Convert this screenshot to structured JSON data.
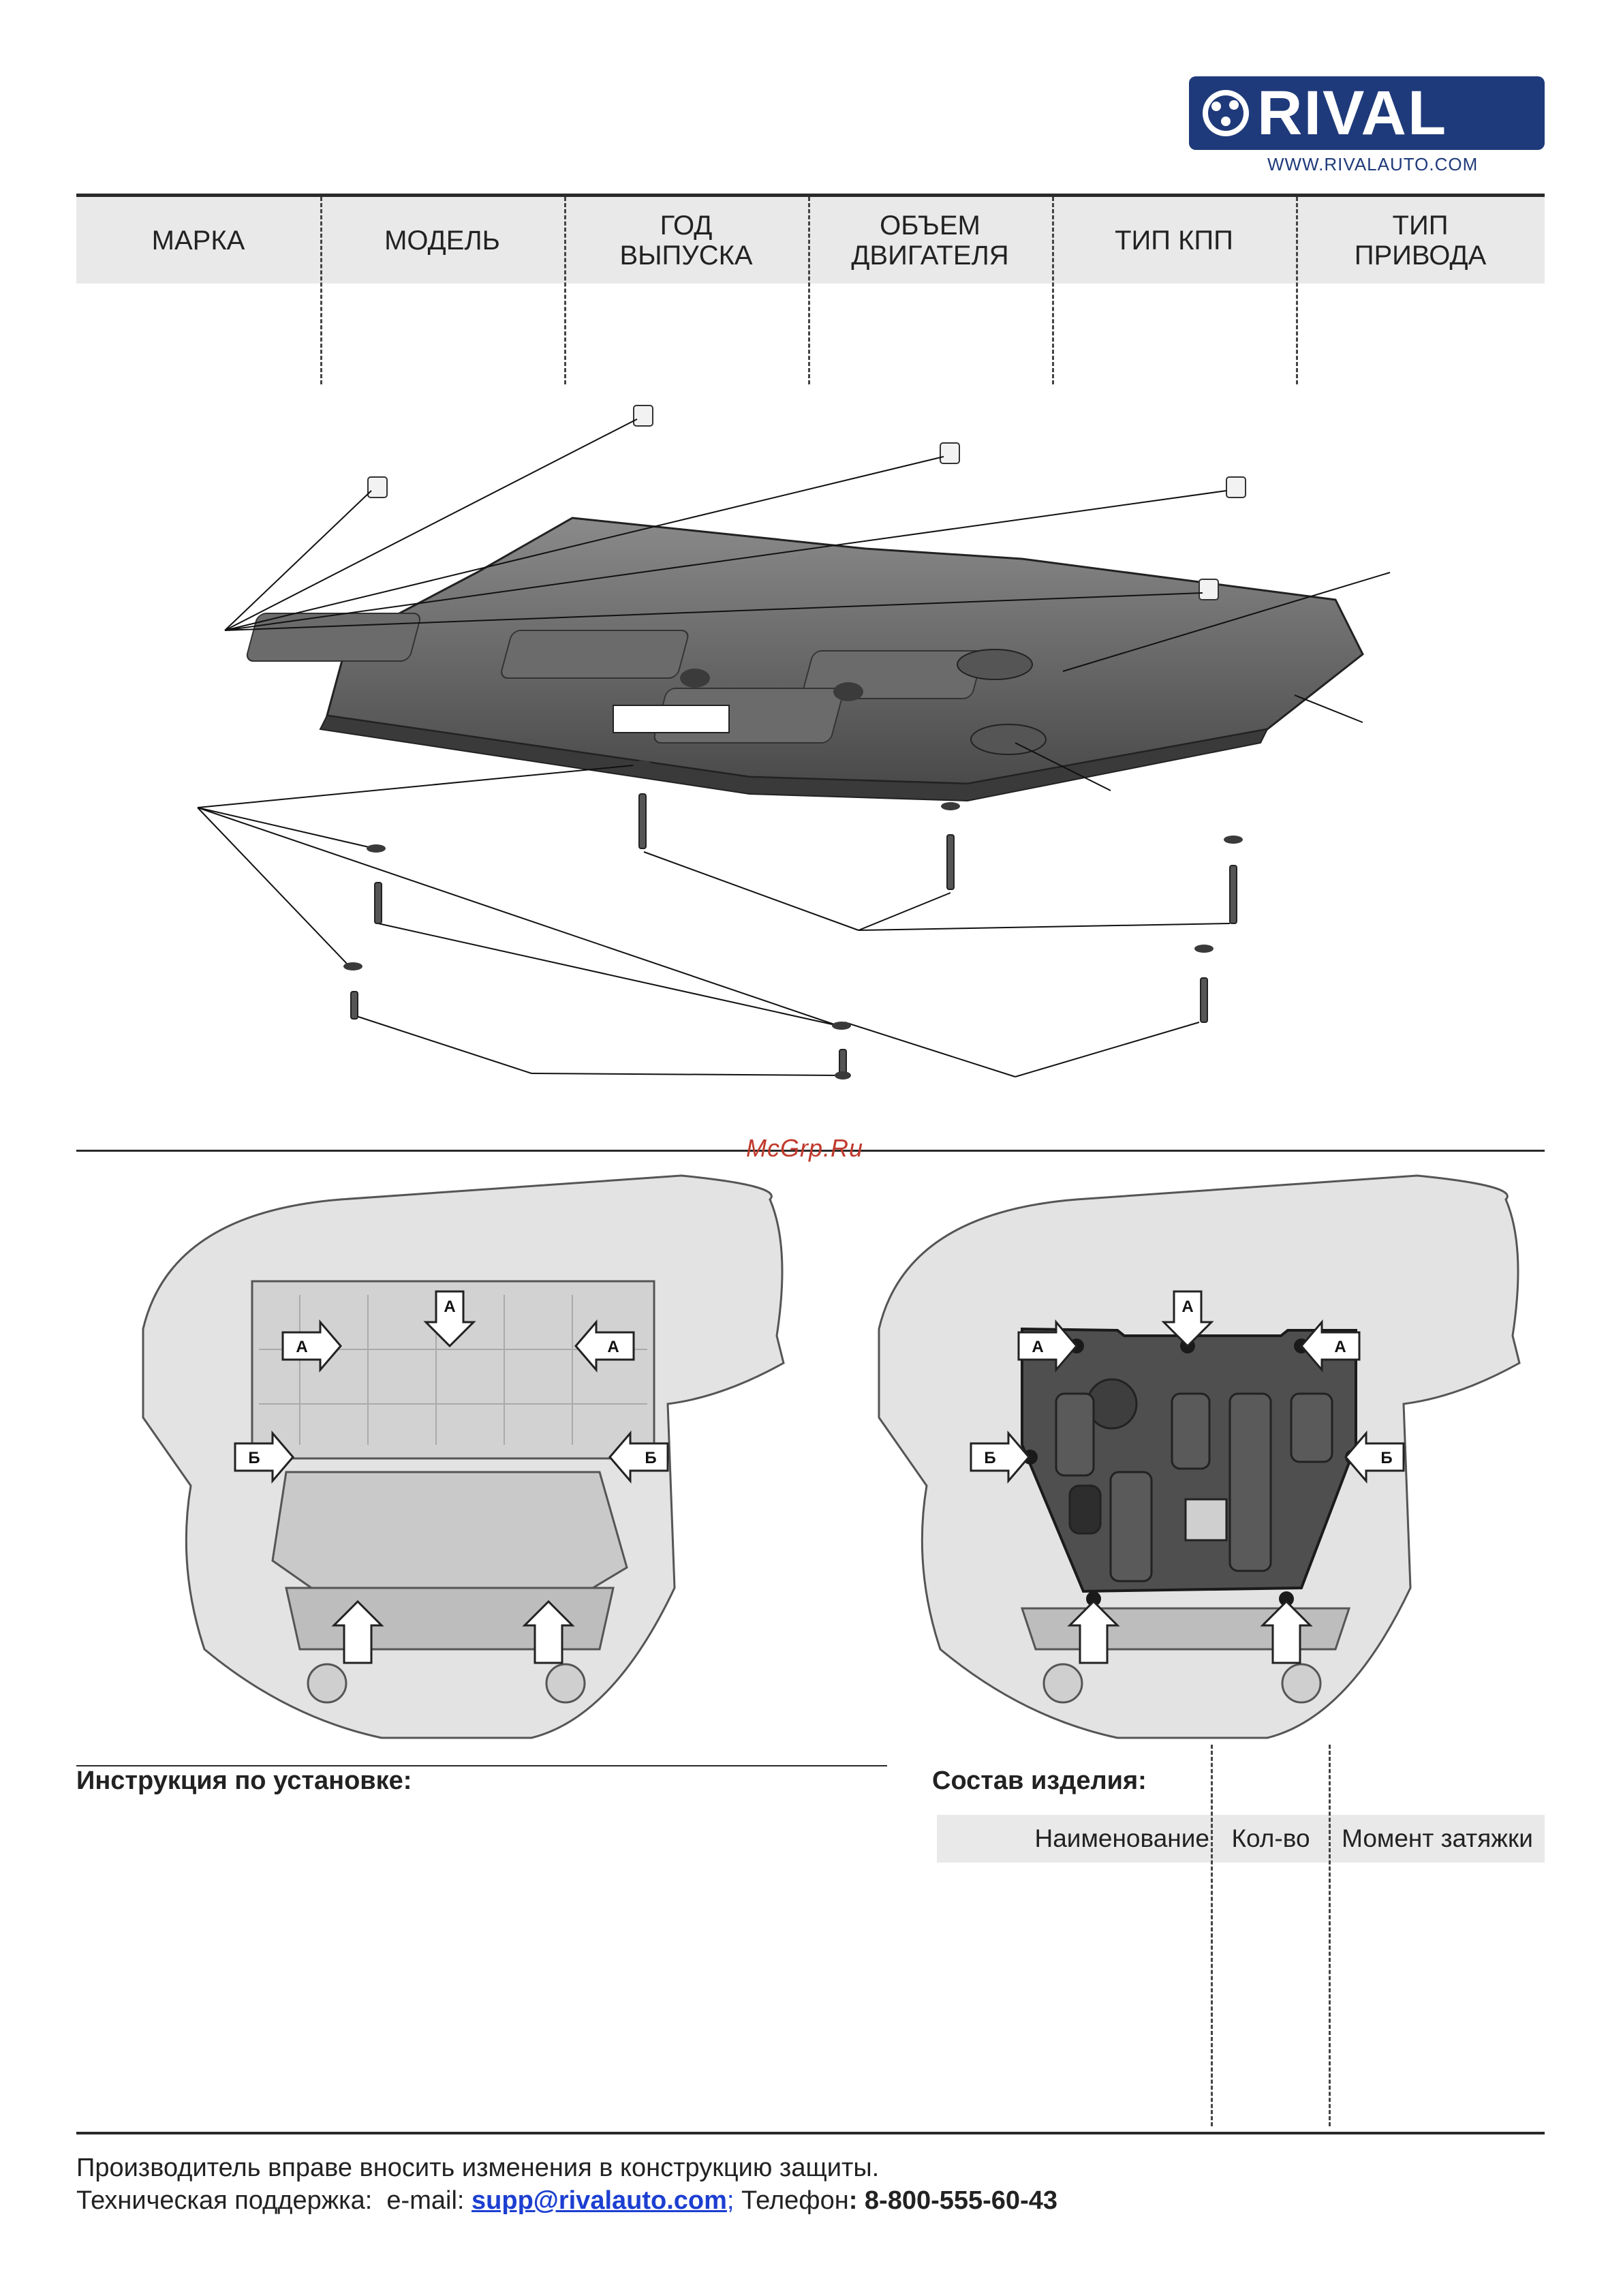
{
  "brand": {
    "name": "RIVAL",
    "url": "WWW.RIVALAUTO.COM",
    "color": "#1f3a7a"
  },
  "header_table": {
    "columns": [
      "МАРКА",
      "МОДЕЛЬ",
      "ГОД\nВЫПУСКА",
      "ОБЪЕМ\nДВИГАТЕЛЯ",
      "ТИП КПП",
      "ТИП\nПРИВОДА"
    ]
  },
  "watermark": "McGrp.Ru",
  "install_views": {
    "marker_a": "А",
    "marker_b": "Б"
  },
  "instructions": {
    "title": "Инструкция по установке:"
  },
  "parts": {
    "title": "Состав изделия:",
    "columns": [
      "Наименование",
      "Кол-во",
      "Момент затяжки"
    ]
  },
  "footer": {
    "line1": "Производитель вправе вносить изменения в конструкцию защиты.",
    "support_prefix": "Техническая поддержка:  e-mail: ",
    "email": "supp@rivalauto.com",
    "email_suffix": ";",
    "phone_prefix": " Телефон",
    "phone": ": 8-800-555-60-43"
  }
}
